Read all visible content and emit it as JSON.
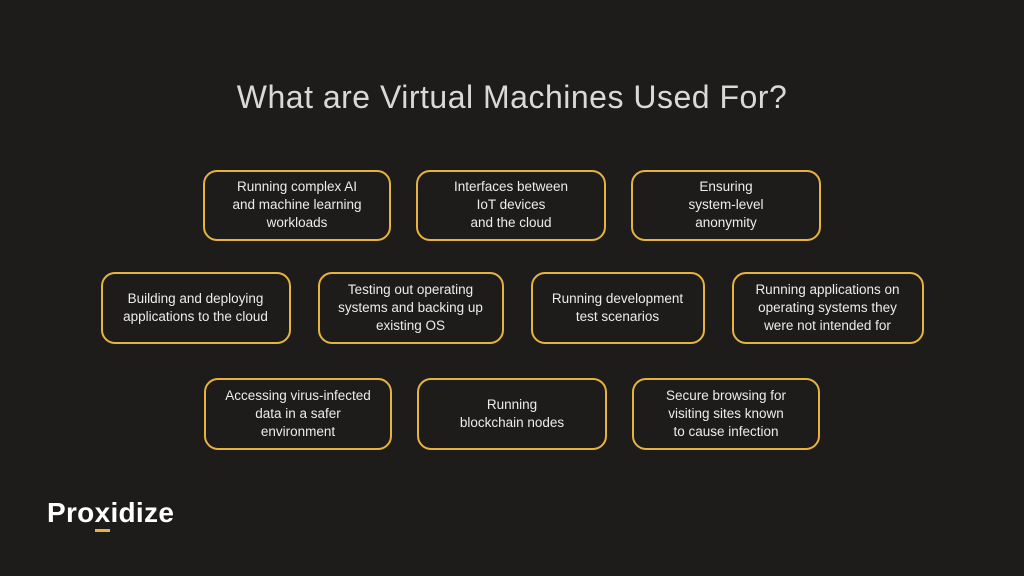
{
  "title": "What are Virtual Machines Used For?",
  "colors": {
    "background": "#1d1c1a",
    "accent_border": "#e6b33e",
    "title_text": "#d9d9d9",
    "box_text": "#ececec",
    "logo_text": "#ffffff",
    "logo_underline": "#e6b33e"
  },
  "rows": [
    [
      "Running complex AI\nand machine learning\nworkloads",
      "Interfaces between\nIoT devices\nand the cloud",
      "Ensuring\nsystem-level\nanonymity"
    ],
    [
      "Building and deploying\napplications to the cloud",
      "Testing out operating\nsystems and backing up\nexisting OS",
      "Running development\ntest scenarios",
      "Running applications on\noperating systems they\nwere not intended for"
    ],
    [
      "Accessing virus-infected\ndata in a safer\nenvironment",
      "Running\nblockchain nodes",
      "Secure browsing for\nvisiting sites known\nto cause infection"
    ]
  ],
  "logo": {
    "pro": "Pro",
    "x": "x",
    "idize": "idize"
  }
}
